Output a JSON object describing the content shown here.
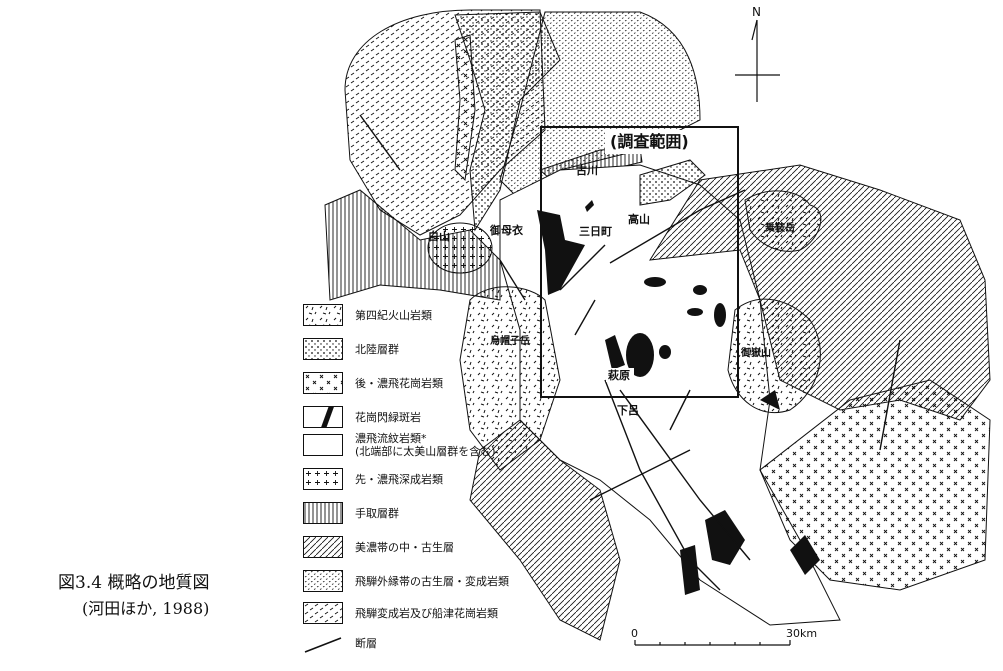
{
  "figure": {
    "caption_title": "図3.4 概略の地質図",
    "caption_source": "(河田ほか, 1988)",
    "survey_area_label": "(調査範囲)",
    "north_label": "N",
    "scale": {
      "start": "0",
      "end": "30km"
    }
  },
  "places": {
    "furukawa": "古川",
    "takayama": "高山",
    "mikkamachi": "三日町",
    "miboro": "御母衣",
    "hakusan": "白山",
    "norikuradake": "乗鞍岳",
    "eboshidake": "烏帽子岳",
    "ontakesan": "御嶽山",
    "hagiwara": "萩原",
    "gero": "下呂"
  },
  "legend": [
    {
      "label": "第四紀火山岩類",
      "icon": "volcanic-pattern"
    },
    {
      "label": "北陸層群",
      "icon": "dot-pattern"
    },
    {
      "label": "後・濃飛花崗岩類",
      "icon": "x-pattern"
    },
    {
      "label": "花崗閃緑斑岩",
      "icon": "black-fill"
    },
    {
      "label": "濃飛流紋岩類*",
      "note": "(北端部に太美山層群を含む)",
      "icon": "blank"
    },
    {
      "label": "先・濃飛深成岩類",
      "icon": "plus-pattern"
    },
    {
      "label": "手取層群",
      "icon": "vertical-lines"
    },
    {
      "label": "美濃帯の中・古生層",
      "icon": "diagonal-lines"
    },
    {
      "label": "飛騨外縁帯の古生層・変成岩類",
      "icon": "fine-dash-pattern"
    },
    {
      "label": "飛騨変成岩及び船津花崗岩類",
      "icon": "dash-pattern"
    },
    {
      "label": "断層",
      "icon": "fault-line"
    }
  ]
}
